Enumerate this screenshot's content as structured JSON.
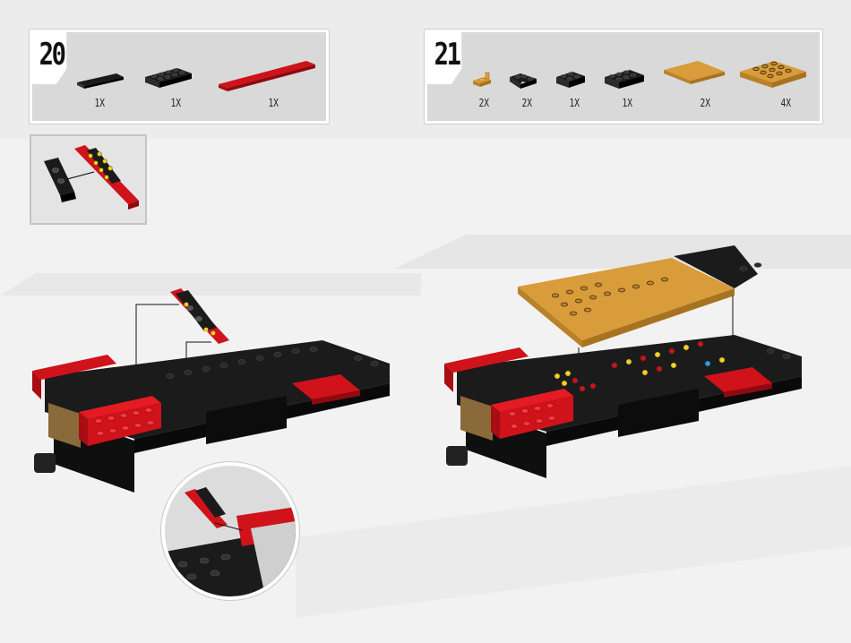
{
  "steps": {
    "step20": {
      "number": "20",
      "parts": [
        {
          "qty": "1X",
          "icon": "black-tile-1x4-icon"
        },
        {
          "qty": "1X",
          "icon": "black-plate-2x4-icon"
        },
        {
          "qty": "1X",
          "icon": "red-tile-1x10-icon"
        }
      ]
    },
    "step21": {
      "number": "21",
      "parts": [
        {
          "qty": "2X",
          "icon": "tan-plate-with-clip-icon"
        },
        {
          "qty": "2X",
          "icon": "black-corner-plate-icon"
        },
        {
          "qty": "1X",
          "icon": "black-plate-2x3-icon"
        },
        {
          "qty": "1X",
          "icon": "black-plate-2x4-icon"
        },
        {
          "qty": "2X",
          "icon": "tan-tile-4x4-icon"
        },
        {
          "qty": "4X",
          "icon": "tan-plate-4x6-icon"
        }
      ]
    }
  },
  "colors": {
    "black": "#1b1b1b",
    "red": "#d0121b",
    "tan": "#d99c3a",
    "yellow": "#f5d020",
    "grey_panel": "#d9d9d9"
  }
}
